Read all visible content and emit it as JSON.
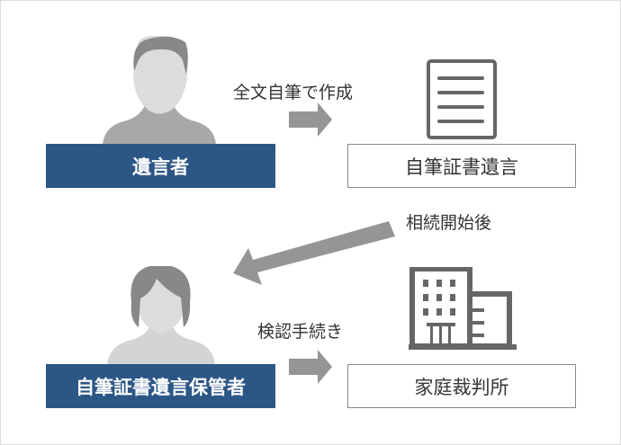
{
  "actors": {
    "testator": "遺言者",
    "custodian": "自筆証書遺言保管者"
  },
  "targets": {
    "holographic_will": "自筆証書遺言",
    "family_court": "家庭裁判所"
  },
  "steps": {
    "write": "全文自筆で作成",
    "after_inheritance": "相続開始後",
    "probate": "検認手続き"
  },
  "colors": {
    "accent": "#2c5686",
    "arrow": "#959595",
    "icon": "#666666"
  }
}
